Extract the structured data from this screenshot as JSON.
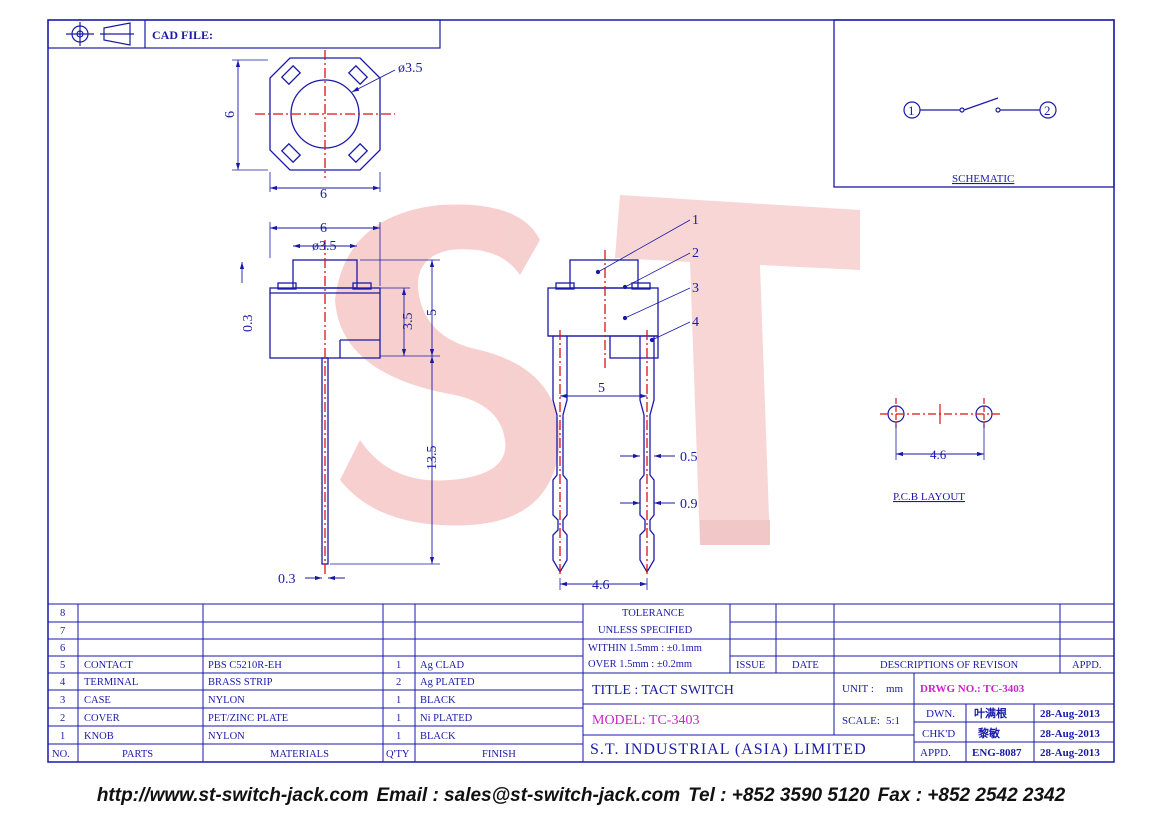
{
  "header": {
    "cad_file_label": "CAD FILE:"
  },
  "dimensions": {
    "top_dia": "ø3.5",
    "top_height": "6",
    "top_width": "6",
    "front_width": "6",
    "front_dia": "ø3.5",
    "front_thickness": "0.3",
    "front_height": "5",
    "front_knob": "3.5",
    "front_pin_length": "13.5",
    "front_pin_width": "0.3",
    "side_spacing": "5",
    "side_pin_width": "0.5",
    "side_pin_kink": "0.9",
    "side_pin_pitch": "4.6"
  },
  "callouts": [
    "1",
    "2",
    "3",
    "4"
  ],
  "schematic": {
    "label": "SCHEMATIC",
    "node1": "1",
    "node2": "2"
  },
  "pcb": {
    "label": "P.C.B LAYOUT",
    "pitch": "4.6"
  },
  "watermark": "ST",
  "bom": {
    "rows": [
      {
        "no": "8",
        "part": "",
        "material": "",
        "qty": "",
        "finish": ""
      },
      {
        "no": "7",
        "part": "",
        "material": "",
        "qty": "",
        "finish": ""
      },
      {
        "no": "6",
        "part": "",
        "material": "",
        "qty": "",
        "finish": ""
      },
      {
        "no": "5",
        "part": "CONTACT",
        "material": "PBS C5210R-EH",
        "qty": "1",
        "finish": "Ag CLAD"
      },
      {
        "no": "4",
        "part": "TERMINAL",
        "material": "BRASS STRIP",
        "qty": "2",
        "finish": "Ag PLATED"
      },
      {
        "no": "3",
        "part": "CASE",
        "material": "NYLON",
        "qty": "1",
        "finish": "BLACK"
      },
      {
        "no": "2",
        "part": "COVER",
        "material": "PET/ZINC PLATE",
        "qty": "1",
        "finish": "Ni PLATED"
      },
      {
        "no": "1",
        "part": "KNOB",
        "material": "NYLON",
        "qty": "1",
        "finish": "BLACK"
      }
    ],
    "headers": {
      "no": "NO.",
      "part": "PARTS",
      "material": "MATERIALS",
      "qty": "Q'TY",
      "finish": "FINISH"
    }
  },
  "tolerance": {
    "line1": "TOLERANCE",
    "line2": "UNLESS  SPECIFIED",
    "line3": "WITHIN  1.5mm : ±0.1mm",
    "line4": "OVER   1.5mm : ±0.2mm"
  },
  "revision": {
    "issue": "ISSUE",
    "date": "DATE",
    "desc": "DESCRIPTIONS OF REVISON",
    "appd": "APPD."
  },
  "title_block": {
    "title": "TITLE : TACT SWITCH",
    "model": "MODEL: TC-3403",
    "company": "S.T. INDUSTRIAL (ASIA) LIMITED",
    "unit_label": "UNIT :",
    "unit_value": "mm",
    "drwg": "DRWG NO.: TC-3403",
    "scale_label": "SCALE:",
    "scale_value": "5:1",
    "dwn_label": "DWN.",
    "dwn_name": "叶满根",
    "dwn_date": "28-Aug-2013",
    "chk_label": "CHK'D",
    "chk_name": "黎敏",
    "chk_date": "28-Aug-2013",
    "appd_label": "APPD.",
    "appd_name": "ENG-8087",
    "appd_date": "28-Aug-2013"
  },
  "footer": {
    "web": "http://www.st-switch-jack.com",
    "email": "Email : sales@st-switch-jack.com",
    "tel": "Tel : +852 3590 5120",
    "fax": "Fax : +852 2542 2342"
  },
  "colors": {
    "line": "#1a1aa8",
    "accent": "#cc22cc",
    "center": "#dd1111",
    "watermark": "#f0a8a8"
  }
}
